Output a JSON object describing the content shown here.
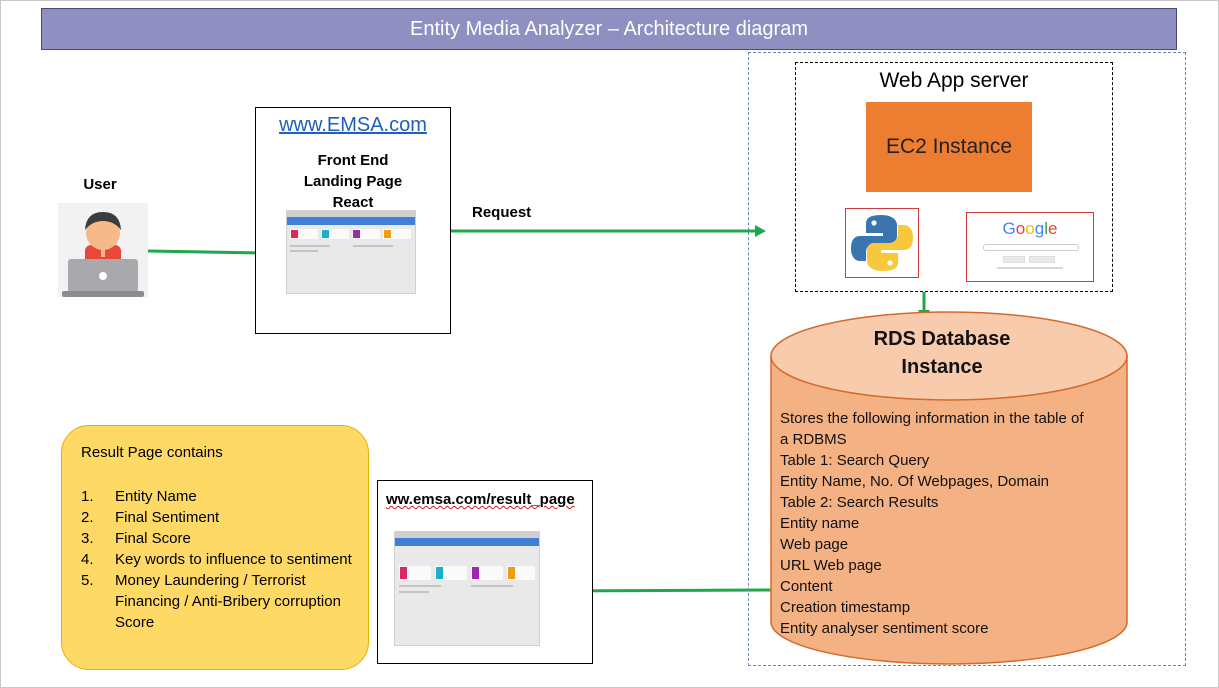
{
  "title": "Entity Media Analyzer – Architecture diagram",
  "user": {
    "label": "User",
    "icon": "user-laptop-icon"
  },
  "front_end": {
    "url": "www.EMSA.com",
    "lines": [
      "Front End",
      "Landing Page",
      "React"
    ]
  },
  "request_label": "Request",
  "server": {
    "title": "Web App server",
    "ec2": "EC2 Instance",
    "python_icon": "python-logo-icon",
    "google_word": "Google"
  },
  "rds": {
    "title_line1": "RDS Database",
    "title_line2": "Instance",
    "body": [
      "Stores the following information in the table of",
      "a RDBMS",
      "Table 1: Search Query",
      "Entity Name, No. Of Webpages, Domain",
      "Table 2:  Search Results",
      "Entity name",
      "Web page",
      "URL Web page",
      "Content",
      "Creation timestamp",
      "Entity analyser sentiment score"
    ]
  },
  "result_summary": {
    "title": "Result Page contains",
    "items": [
      {
        "num": "1.",
        "text": "Entity Name"
      },
      {
        "num": "2.",
        "text": "Final Sentiment"
      },
      {
        "num": "3.",
        "text": "Final Score"
      },
      {
        "num": "4.",
        "text": "Key words to influence to sentiment"
      },
      {
        "num": "5.",
        "text": "Money  Laundering / Terrorist Financing / Anti-Bribery corruption Score"
      }
    ]
  },
  "result_page": {
    "url": "ww.emsa.com/result_page"
  },
  "colors": {
    "title_bg": "#8f8fc2",
    "ec2": "#ed7d31",
    "rds_fill": "#f4b183",
    "result_box": "#ffd966",
    "arrow": "#1ea84a",
    "link": "#1f5fb8"
  }
}
